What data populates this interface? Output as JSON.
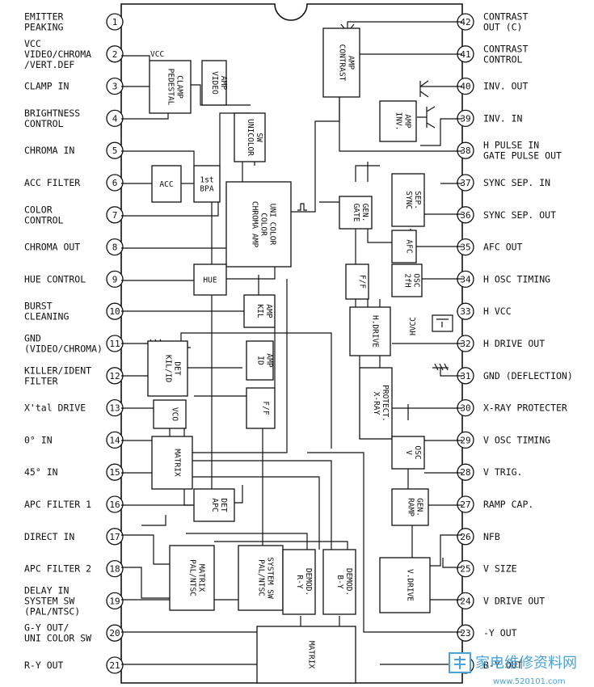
{
  "left_pins": [
    {
      "num": "1",
      "label": [
        "EMITTER",
        "PEAKING"
      ]
    },
    {
      "num": "2",
      "label": [
        "VCC",
        "VIDEO/CHROMA",
        "/VERT.DEF"
      ]
    },
    {
      "num": "3",
      "label": [
        "CLAMP IN"
      ]
    },
    {
      "num": "4",
      "label": [
        "BRIGHTNESS",
        "CONTROL"
      ]
    },
    {
      "num": "5",
      "label": [
        "CHROMA IN"
      ]
    },
    {
      "num": "6",
      "label": [
        "ACC FILTER"
      ]
    },
    {
      "num": "7",
      "label": [
        "COLOR",
        "CONTROL"
      ]
    },
    {
      "num": "8",
      "label": [
        "CHROMA OUT"
      ]
    },
    {
      "num": "9",
      "label": [
        "HUE CONTROL"
      ]
    },
    {
      "num": "10",
      "label": [
        "BURST",
        "CLEANING"
      ]
    },
    {
      "num": "11",
      "label": [
        "GND",
        "(VIDEO/CHROMA)"
      ]
    },
    {
      "num": "12",
      "label": [
        "KILLER/IDENT",
        "FILTER"
      ]
    },
    {
      "num": "13",
      "label": [
        "X'tal DRIVE"
      ]
    },
    {
      "num": "14",
      "label": [
        "0° IN"
      ]
    },
    {
      "num": "15",
      "label": [
        "45° IN"
      ]
    },
    {
      "num": "16",
      "label": [
        "APC FILTER 1"
      ]
    },
    {
      "num": "17",
      "label": [
        "DIRECT IN"
      ]
    },
    {
      "num": "18",
      "label": [
        "APC FILTER 2"
      ]
    },
    {
      "num": "19",
      "label": [
        "DELAY IN",
        "SYSTEM SW",
        "(PAL/NTSC)"
      ]
    },
    {
      "num": "20",
      "label": [
        "G-Y OUT/",
        "UNI COLOR SW"
      ]
    },
    {
      "num": "21",
      "label": [
        "R-Y OUT"
      ]
    }
  ],
  "right_pins": [
    {
      "num": "42",
      "label": [
        "CONTRAST",
        "OUT (C)"
      ]
    },
    {
      "num": "41",
      "label": [
        "CONTRAST",
        "CONTROL"
      ]
    },
    {
      "num": "40",
      "label": [
        "INV. OUT"
      ]
    },
    {
      "num": "39",
      "label": [
        "INV. IN"
      ]
    },
    {
      "num": "38",
      "label": [
        "H PULSE IN",
        "GATE PULSE OUT"
      ]
    },
    {
      "num": "37",
      "label": [
        "SYNC SEP. IN"
      ]
    },
    {
      "num": "36",
      "label": [
        "SYNC SEP. OUT"
      ]
    },
    {
      "num": "35",
      "label": [
        "AFC OUT"
      ]
    },
    {
      "num": "34",
      "label": [
        "H OSC TIMING"
      ]
    },
    {
      "num": "33",
      "label": [
        "H VCC"
      ]
    },
    {
      "num": "32",
      "label": [
        "H DRIVE OUT"
      ]
    },
    {
      "num": "31",
      "label": [
        "GND (DEFLECTION)"
      ]
    },
    {
      "num": "30",
      "label": [
        "X-RAY PROTECTER"
      ]
    },
    {
      "num": "29",
      "label": [
        "V OSC TIMING"
      ]
    },
    {
      "num": "28",
      "label": [
        "V TRIG."
      ]
    },
    {
      "num": "27",
      "label": [
        "RAMP CAP."
      ]
    },
    {
      "num": "26",
      "label": [
        "NFB"
      ]
    },
    {
      "num": "25",
      "label": [
        "V SIZE"
      ]
    },
    {
      "num": "24",
      "label": [
        "V DRIVE OUT"
      ]
    },
    {
      "num": "23",
      "label": [
        "-Y OUT"
      ]
    },
    {
      "num": "22",
      "label": [
        "B-Y OUT"
      ]
    }
  ],
  "vcc_label": "VCC",
  "hvcc_label": "HVCC",
  "blocks": [
    {
      "id": "pedestal-clamp",
      "lines": [
        "PEDESTAL",
        "CLAMP"
      ]
    },
    {
      "id": "video-amp",
      "lines": [
        "VIDEO",
        "AMP"
      ]
    },
    {
      "id": "unicolor-sw",
      "lines": [
        "UNICOLOR",
        "SW"
      ]
    },
    {
      "id": "contrast-amp",
      "lines": [
        "CONTRAST",
        "AMP"
      ]
    },
    {
      "id": "inv-amp",
      "lines": [
        "INV.",
        "AMP"
      ]
    },
    {
      "id": "acc",
      "lines": [
        "ACC"
      ]
    },
    {
      "id": "first-bpa",
      "lines": [
        "1st",
        "BPA"
      ]
    },
    {
      "id": "chroma-amp",
      "lines": [
        "CHROMA AMP",
        "COLOR",
        "UNI COLOR"
      ]
    },
    {
      "id": "gate-gen",
      "lines": [
        "GATE",
        "GEN."
      ]
    },
    {
      "id": "sync-sep",
      "lines": [
        "SYNC",
        "SEP."
      ]
    },
    {
      "id": "afc",
      "lines": [
        "AFC"
      ]
    },
    {
      "id": "hue",
      "lines": [
        "HUE"
      ]
    },
    {
      "id": "ff-h",
      "lines": [
        "F/F"
      ]
    },
    {
      "id": "two-fh-osc",
      "lines": [
        "2fH",
        "OSC"
      ]
    },
    {
      "id": "kil-amp",
      "lines": [
        "KIL",
        "AMP"
      ]
    },
    {
      "id": "h-drive",
      "lines": [
        "H.DRIVE"
      ]
    },
    {
      "id": "kil-id-det",
      "lines": [
        "KIL/ID",
        "DET"
      ]
    },
    {
      "id": "id-amp",
      "lines": [
        "ID",
        "AMP"
      ]
    },
    {
      "id": "x-ray-protect",
      "lines": [
        "X-RAY",
        "PROTECT."
      ]
    },
    {
      "id": "vco",
      "lines": [
        "VCO"
      ]
    },
    {
      "id": "ff-c",
      "lines": [
        "F/F"
      ]
    },
    {
      "id": "matrix-top",
      "lines": [
        "MATRIX"
      ]
    },
    {
      "id": "v-osc",
      "lines": [
        "V",
        "OSC"
      ]
    },
    {
      "id": "apc-det",
      "lines": [
        "APC",
        "DET"
      ]
    },
    {
      "id": "ramp-gen",
      "lines": [
        "RAMP",
        "GEN."
      ]
    },
    {
      "id": "pal-ntsc-matrix",
      "lines": [
        "PAL/NTSC",
        "MATRIX"
      ]
    },
    {
      "id": "pal-ntsc-sw",
      "lines": [
        "PAL/NTSC",
        "SYSTEM SW"
      ]
    },
    {
      "id": "r-y-demod",
      "lines": [
        "R-Y",
        "DEMOD."
      ]
    },
    {
      "id": "b-y-demod",
      "lines": [
        "B-Y",
        "DEMOD."
      ]
    },
    {
      "id": "v-drive",
      "lines": [
        "V.DRIVE"
      ]
    },
    {
      "id": "matrix-bottom",
      "lines": [
        "MATRIX"
      ]
    }
  ],
  "watermark": {
    "title": "家电维修资料网",
    "url": "www.520101.com"
  }
}
